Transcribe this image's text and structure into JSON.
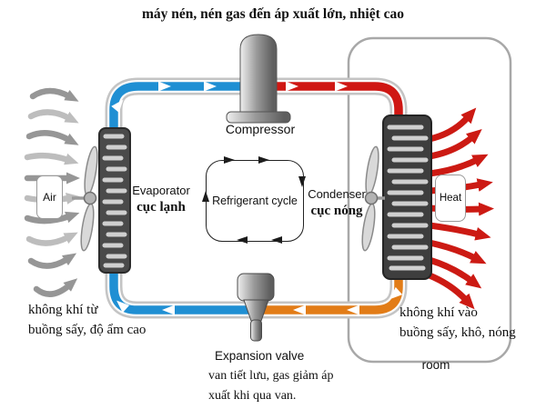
{
  "diagram_title": "máy nén, nén gas đến áp xuất lớn, nhiệt cao",
  "components": {
    "compressor": {
      "label": "Compressor"
    },
    "evaporator": {
      "label": "Evaporator",
      "sublabel": "cục lạnh"
    },
    "condenser": {
      "label": "Condenser",
      "sublabel": "cục nóng"
    },
    "refrigerant_cycle": {
      "label": "Refrigerant cycle"
    },
    "expansion_valve": {
      "label": "Expansion valve",
      "note_line1": "van tiết lưu, gas giảm áp",
      "note_line2": "xuất khi qua van."
    },
    "room": {
      "label": "room"
    }
  },
  "airflow": {
    "air_label": "Air",
    "heat_label": "Heat",
    "inlet_caption_line1": "không khí từ",
    "inlet_caption_line2": "buồng sấy, độ ẩm cao",
    "outlet_caption_line1": "không khí vào",
    "outlet_caption_line2": "buồng sấy, khô, nóng"
  },
  "colors": {
    "cold_pipe": "#1f8fd3",
    "hot_pipe": "#cf1713",
    "warm_pipe": "#e27c17",
    "pipe_casing": "#c4c4c4",
    "heat_arrow": "#cc1a13",
    "air_arrow": "#969696",
    "air_arrow_light": "#bdbdbd",
    "room_border": "#a8a8a8"
  }
}
